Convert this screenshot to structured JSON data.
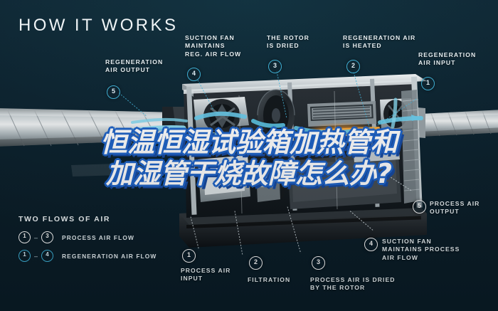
{
  "header": {
    "title": "HOW IT WORKS"
  },
  "headline": {
    "text": "恒温恒湿试验箱加热管和\n加湿管干烧故障怎么办?"
  },
  "callouts": [
    {
      "id": "regeneration-air-output",
      "number": "5",
      "text": "REGENERATION\nAIR OUTPUT",
      "flow": "regeneration"
    },
    {
      "id": "suction-fan-reg",
      "number": "4",
      "text": "SUCTION FAN\nMAINTAINS\nREG. AIR FLOW",
      "flow": "regeneration"
    },
    {
      "id": "rotor-is-dried",
      "number": "3",
      "text": "THE ROTOR\nIS DRIED",
      "flow": "regeneration"
    },
    {
      "id": "regeneration-air-heated",
      "number": "2",
      "text": "REGENERATION AIR\nIS HEATED",
      "flow": "regeneration"
    },
    {
      "id": "regeneration-air-input",
      "number": "1",
      "text": "REGENERATION\nAIR INPUT",
      "flow": "regeneration"
    },
    {
      "id": "process-air-output",
      "number": "5",
      "text": "PROCESS AIR\nOUTPUT",
      "flow": "process"
    },
    {
      "id": "suction-fan-process",
      "number": "4",
      "text": "SUCTION FAN\nMAINTAINS PROCESS\nAIR FLOW",
      "flow": "process"
    },
    {
      "id": "process-air-input",
      "number": "1",
      "text": "PROCESS AIR\nINPUT",
      "flow": "process"
    },
    {
      "id": "filtration",
      "number": "2",
      "text": "FILTRATION",
      "flow": "process"
    },
    {
      "id": "process-air-dried",
      "number": "3",
      "text": "PROCESS AIR IS DRIED\nBY THE ROTOR",
      "flow": "process"
    }
  ],
  "legend": {
    "title": "TWO FLOWS OF AIR",
    "rows": [
      {
        "from": "1",
        "dash": "–",
        "to": "3",
        "label": "PROCESS AIR FLOW",
        "flow": "process"
      },
      {
        "from": "1",
        "dash": "–",
        "to": "4",
        "label": "REGENERATION AIR FLOW",
        "flow": "regeneration"
      }
    ]
  },
  "colors": {
    "background_top": "#0e2f3d",
    "background_bottom": "#0a1d28",
    "accent_cyan": "#3fb6dd",
    "airflow_cyan": "#4dc3e8",
    "text_white": "#f2f7f9",
    "headline_outline_blue": "#1e63c8",
    "headline_shadow_blue": "#1549a0",
    "heater_glow_orange": "#f0962a"
  }
}
